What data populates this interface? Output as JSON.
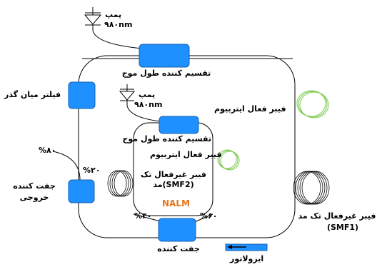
{
  "pump_top": {
    "label": "پمپ",
    "wavelength": "۹۸۰nm"
  },
  "pump_inner": {
    "label": "پمپ",
    "wavelength": "۹۸۰nm"
  },
  "wdm_outer_label": "تقسیم کننده طول موج",
  "wdm_inner_label": "تقسیم کننده طول موج",
  "bandpass_filter_label": "فیلتر میان گذر",
  "edf_outer_label": "فیبر فعال ایتربیوم",
  "edf_inner_label": "فیبر فعال ایتربیوم",
  "smf2_label_line1": "فیبر غیرفعال تک",
  "smf2_label_line2": "مد(SMF2)",
  "nalm_label": "NALM",
  "output_coupler_label_line1": "جفت کننده",
  "output_coupler_label_line2": "خروجی",
  "ratio_80": "%۸۰",
  "ratio_20": "%۲۰",
  "ratio_40": "%۴۰",
  "ratio_60": "%۶۰",
  "coupler_label": "جفت کننده",
  "isolator_label": "ایزولاتور",
  "smf1_label_line1": "فیبر غیرفعال تک مد",
  "smf1_label_line2": "(SMF1)",
  "colors": {
    "component_fill": "#1e90ff",
    "component_stroke": "#1560b0",
    "active_fiber": "#7ec850",
    "line": "#000000",
    "nalm_text": "#e8731a"
  }
}
